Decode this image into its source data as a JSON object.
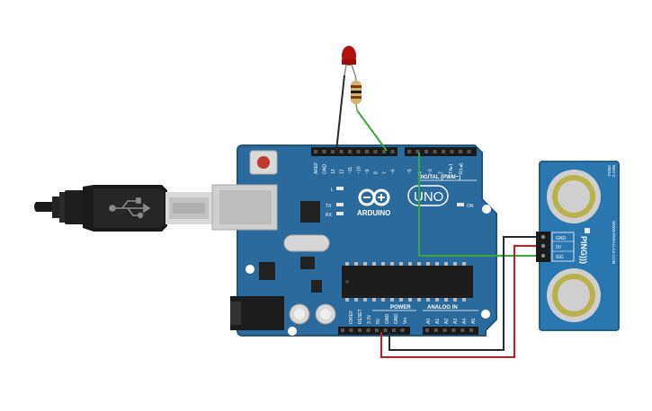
{
  "board": {
    "digital_header": "DIGITAL (PWM~)",
    "brand": "ARDUINO",
    "model": "UNO",
    "power_header": "POWER",
    "analog_header": "ANALOG IN",
    "led_l": "L",
    "led_tx": "TX",
    "led_rx": "RX",
    "led_on": "ON",
    "top_pins": [
      "AREF",
      "GND",
      "13",
      "12",
      "~11",
      "~10",
      "~9",
      "8",
      "7",
      "~6",
      "~5",
      "4",
      "~3",
      "2",
      "TX▸1",
      "RX◂0"
    ],
    "power_pins": [
      "IOREF",
      "RESET",
      "3.3V",
      "5V",
      "GND",
      "GND",
      "Vin"
    ],
    "analog_pins": [
      "A0",
      "A1",
      "A2",
      "A3",
      "A4",
      "A5"
    ]
  },
  "sensor": {
    "name": "PING)))",
    "pins": [
      "GND",
      "5V",
      "SIG"
    ],
    "model_label": "28015",
    "rev_label": "REV C",
    "url": "WWW.PARALLAX.COM"
  },
  "colors": {
    "board": "#2a6a9c",
    "board_edge": "#1f5580",
    "sensor": "#2a77b0",
    "wire_red": "#d0181b",
    "wire_black": "#2a2a2a",
    "wire_green": "#3aa53a",
    "led": "#b31212"
  }
}
